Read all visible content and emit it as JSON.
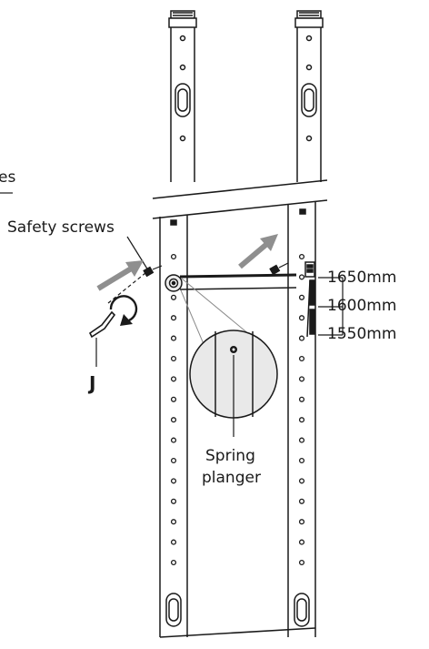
{
  "labels": {
    "truncated_tail": "es",
    "safety_screws": "Safety screws",
    "tool_letter": "J",
    "spring_line1": "Spring",
    "spring_line2": "planger"
  },
  "heights": [
    "1650mm",
    "1600mm",
    "1550mm"
  ],
  "colors": {
    "line": "#1a1a1a",
    "arrow": "#8f8f8f",
    "magnifier": "#e9e9e9"
  }
}
